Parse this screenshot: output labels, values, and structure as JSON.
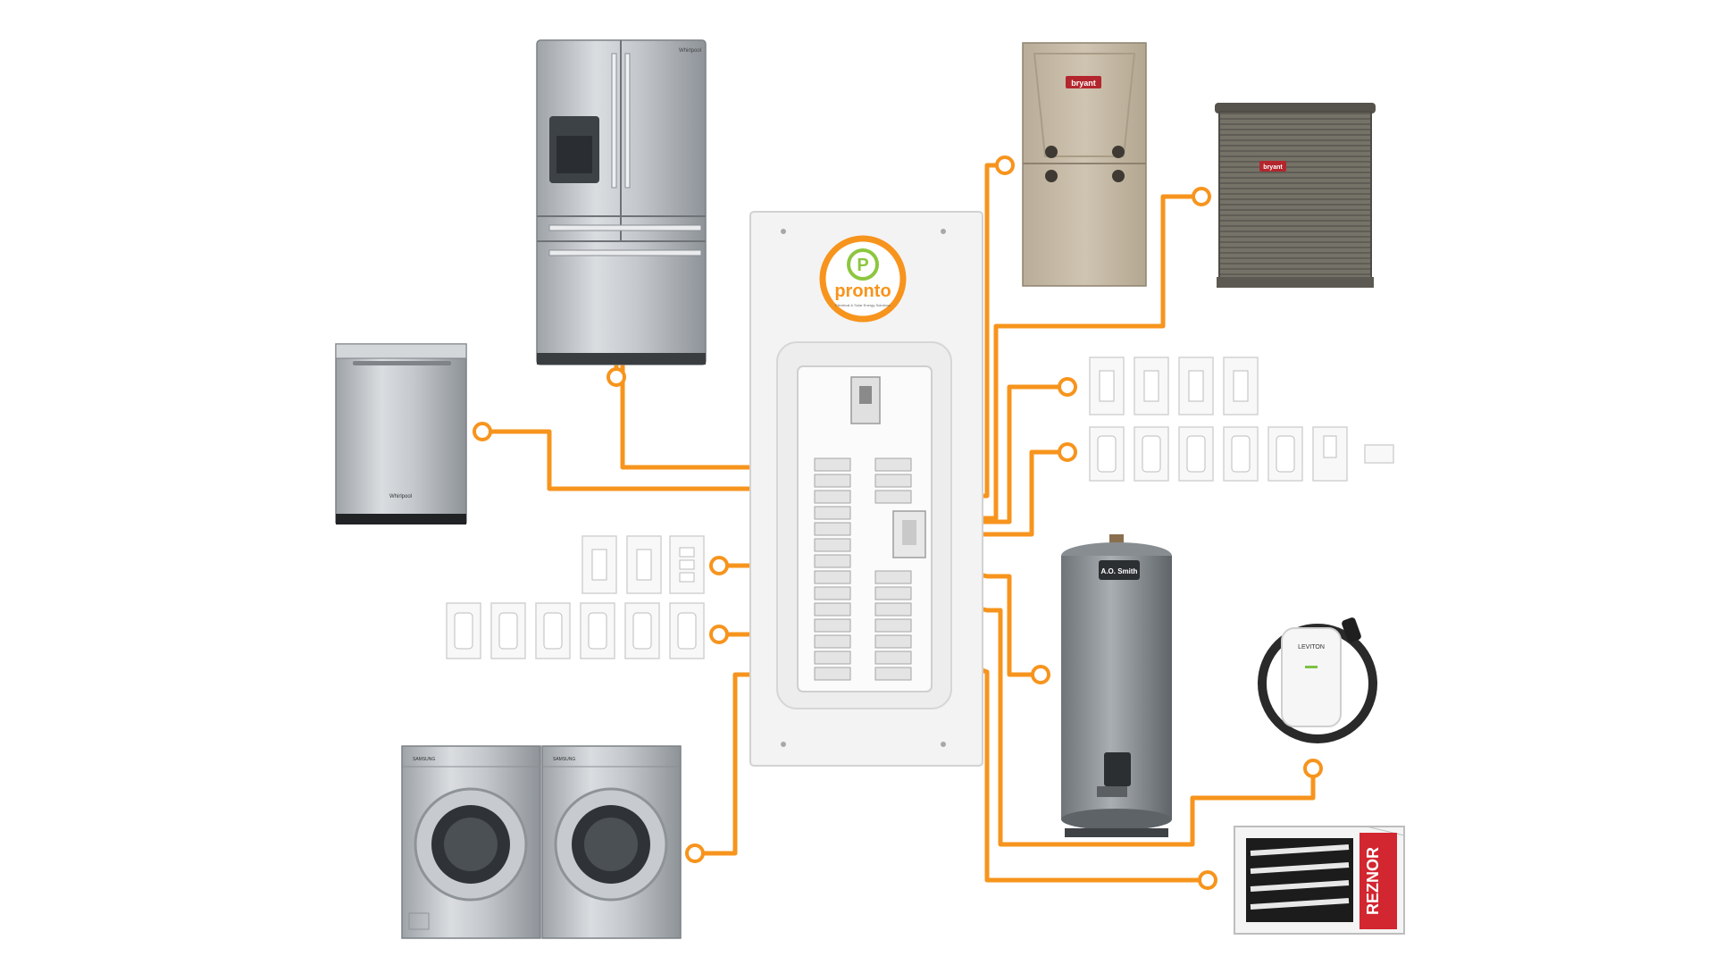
{
  "brand": {
    "name": "pronto",
    "tagline": "Electrical & Solar Energy Solutions",
    "accent": "#F7941D"
  },
  "appliances": {
    "refrigerator": {
      "badge": "Whirlpool"
    },
    "dishwasher": {
      "badge": "Whirlpool"
    },
    "furnace": {
      "badge": "bryant"
    },
    "condenser": {
      "badge": "bryant"
    },
    "water_heater": {
      "badge": "A.O. Smith"
    },
    "ev_charger": {
      "badge": "LEVITON"
    },
    "unit_heater": {
      "badge": "REZNOR"
    },
    "washer": {
      "badge": "SAMSUNG"
    },
    "dryer": {
      "badge": "SAMSUNG"
    }
  },
  "colors": {
    "line": "#F7941D",
    "panel": "#F2F2F2",
    "steel": "#C9CCCF",
    "bryant_tan": "#C8BCA8",
    "condenser": "#7A786D",
    "heater_gray": "#8F9396",
    "reznor_red": "#D22630"
  }
}
